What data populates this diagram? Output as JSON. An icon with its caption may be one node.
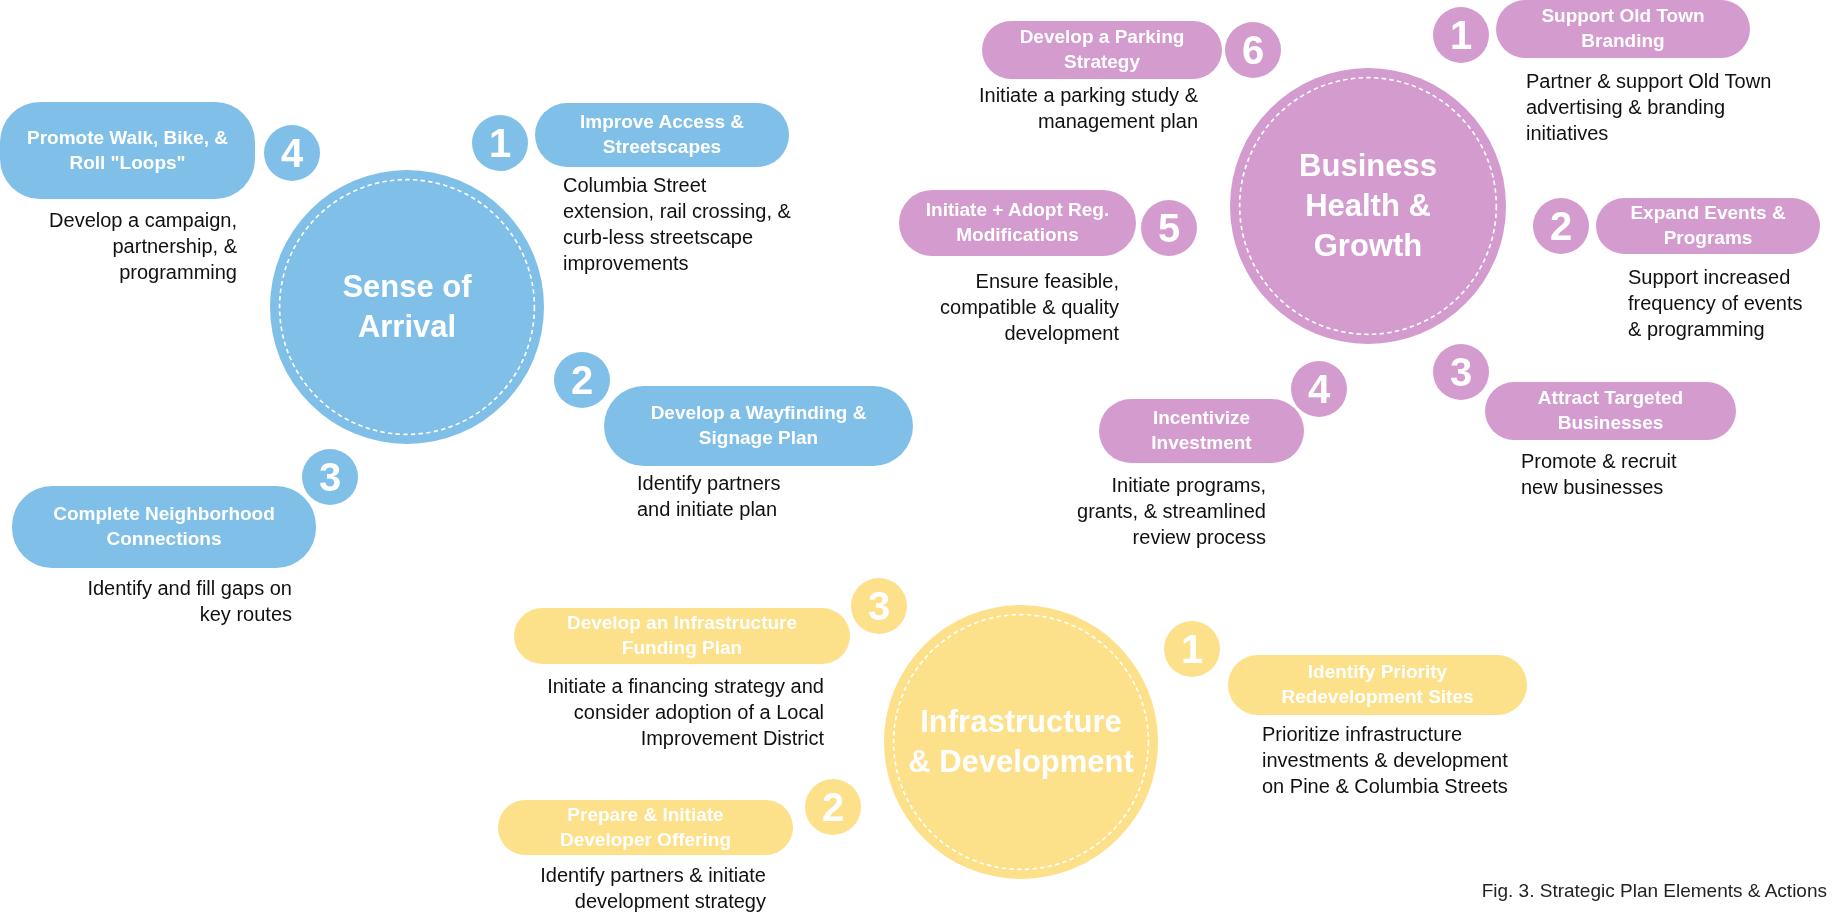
{
  "diagram": {
    "caption": "Fig. 3.  Strategic Plan Elements & Actions",
    "nodes": [
      {
        "text": [
          "Sense of Arrival"
        ]
      },
      {
        "text": [
          "4"
        ]
      },
      {
        "text": [
          "Promote Walk, Bike, & Roll \"Loops\""
        ],
        "beside": [
          "Develop a campaign, partnership, & programming"
        ]
      },
      {
        "text": [
          "1"
        ]
      },
      {
        "text": [
          "Improve  Access & Streetscapes"
        ],
        "beside": [
          "Columbia Street extension, rail crossing, & curb-less streetscape improvements"
        ]
      },
      {
        "text": [
          "2"
        ]
      },
      {
        "text": [
          "Develop a  Wayfinding & Signage Plan"
        ],
        "beside": [
          "Identify partners and initiate plan"
        ]
      },
      {
        "text": [
          "3"
        ]
      },
      {
        "text": [
          "Complete Neighborhood Connections"
        ],
        "beside": [
          "Identify and fill gaps on key routes"
        ]
      },
      {
        "text": [
          "Business Health & Growth"
        ]
      },
      {
        "text": [
          "Develop a Parking Strategy"
        ],
        "beside": [
          "Initiate a parking study & management plan"
        ]
      },
      {
        "text": [
          "6"
        ]
      },
      {
        "text": [
          "1"
        ]
      },
      {
        "text": [
          "Support Old Town Branding"
        ],
        "beside": [
          "Partner & support Old Town advertising & branding initiatives"
        ]
      },
      {
        "text": [
          "Initiate + Adopt Reg. Modifications"
        ],
        "beside": [
          "Ensure feasible, compatible & quality development"
        ]
      },
      {
        "text": [
          "5"
        ]
      },
      {
        "text": [
          "2"
        ]
      },
      {
        "text": [
          "Expand Events & Programs"
        ],
        "beside": [
          "Support increased frequency of events & programming"
        ]
      },
      {
        "text": [
          "Incentivize Investment"
        ],
        "beside": [
          "Initiate programs, grants, & streamlined review process"
        ]
      },
      {
        "text": [
          "4"
        ]
      },
      {
        "text": [
          "3"
        ]
      },
      {
        "text": [
          "Attract Targeted Businesses"
        ],
        "beside": [
          "Promote & recruit new businesses"
        ]
      },
      {
        "text": [
          "Infrastructure & Development"
        ]
      },
      {
        "text": [
          "Develop an Infrastructure Funding Plan"
        ],
        "beside": [
          "Initiate a financing strategy and consider adoption of a Local Improvement District"
        ]
      },
      {
        "text": [
          "3"
        ]
      },
      {
        "text": [
          "1"
        ]
      },
      {
        "text": [
          "Identify Priority Redevelopment Sites"
        ],
        "beside": [
          "Prioritize infrastructure investments & development on Pine & Columbia Streets"
        ]
      },
      {
        "text": [
          "Prepare & Initiate Developer Offering"
        ],
        "beside": [
          "Identify partners & initiate development strategy"
        ]
      },
      {
        "text": [
          "2"
        ]
      }
    ]
  }
}
